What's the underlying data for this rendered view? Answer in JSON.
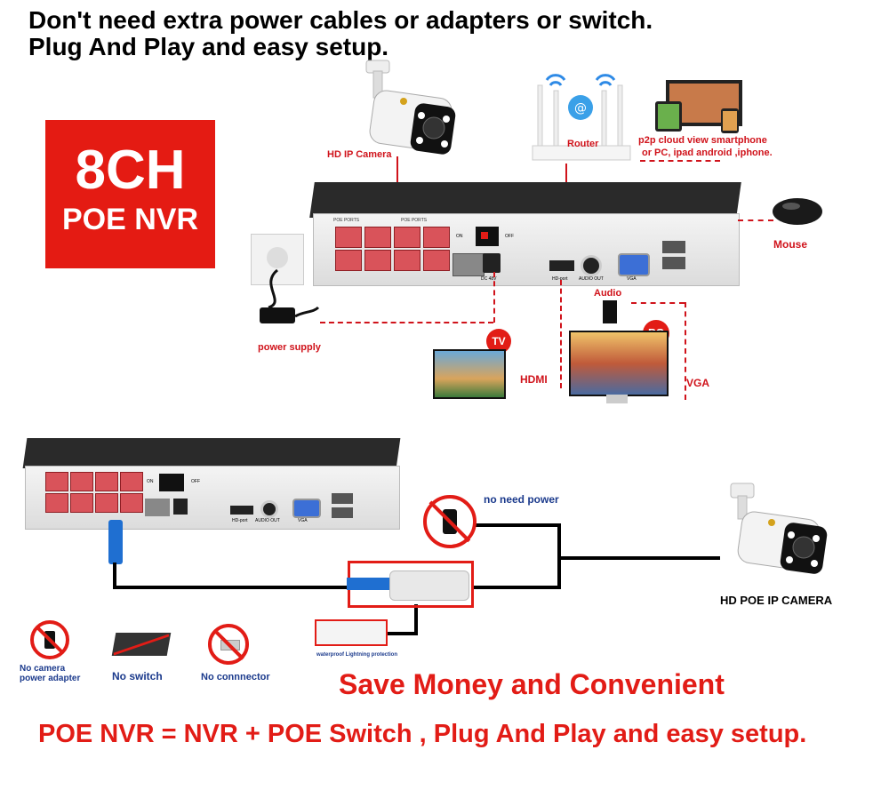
{
  "headline": {
    "line1": "Don't need extra power cables or adapters or switch.",
    "line2": "Plug And Play and easy setup."
  },
  "badge": {
    "line1": "8CH",
    "line2": "POE NVR"
  },
  "top_labels": {
    "camera": "HD IP Camera",
    "router": "Router",
    "p2p_line1": "p2p cloud  view smartphone",
    "p2p_line2": "or PC, ipad android ,iphone.",
    "mouse": "Mouse",
    "power_supply": "power supply",
    "audio": "Audio",
    "tv": "TV",
    "pc": "PC",
    "hdmi": "HDMI",
    "vga": "VGA"
  },
  "nvr_panel": {
    "poe_ports": "POE PORTS",
    "on": "ON",
    "off": "OFF",
    "dc": "DC 48V",
    "hd_port": "HD-port",
    "audio_out": "AUDIO OUT",
    "vga": "VGA"
  },
  "bottom_labels": {
    "no_need_power": "no need power",
    "hd_poe_camera": "HD POE IP CAMERA",
    "waterproof": "waterproof Lightning protection",
    "no_camera_adapter_line1": "No camera",
    "no_camera_adapter_line2": "power adapter",
    "no_switch": "No switch",
    "no_connector": "No connnector"
  },
  "slogan": "Save Money and Convenient",
  "equation": "POE NVR = NVR + POE Switch , Plug And Play and easy setup.",
  "colors": {
    "accent_red": "#e41b13",
    "dark_blue": "#1b3a8c",
    "cable_blue": "#1f6fd1"
  }
}
